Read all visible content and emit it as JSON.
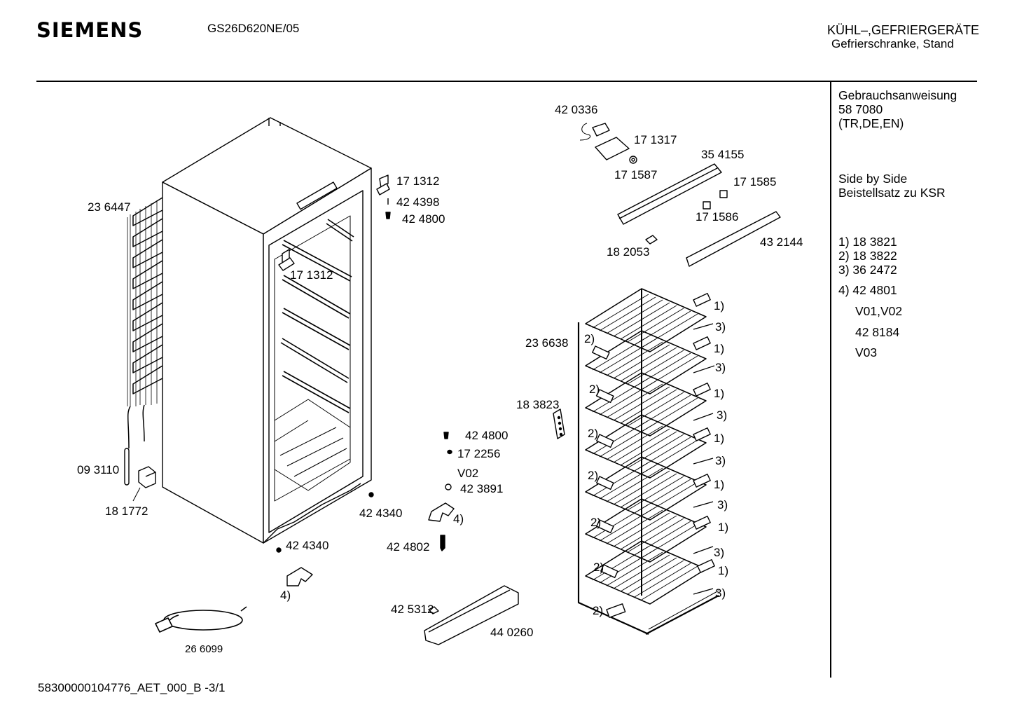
{
  "header": {
    "brand": "SIEMENS",
    "model": "GS26D620NE/05",
    "category": "KÜHL–,GEFRIERGERÄTE",
    "subcategory": "Gefrierschranke, Stand"
  },
  "side_panel": {
    "manual_title": "Gebrauchsanweisung",
    "manual_number": "58 7080",
    "manual_langs": "(TR,DE,EN)",
    "kit_line1": "Side by Side",
    "kit_line2": "Beistellsatz zu KSR",
    "notes": [
      "1) 18 3821",
      "2) 18 3822",
      "3) 36 2472",
      "4) 42 4801"
    ],
    "variant1": "V01,V02",
    "variant1_part": "42 8184",
    "variant2": "V03"
  },
  "labels": {
    "l236447": "23 6447",
    "l171312a": "17 1312",
    "l424398": "42 4398",
    "l424800a": "42 4800",
    "l171312b": "17 1312",
    "l093110": "09 3110",
    "l181772": "18 1772",
    "l424340a": "42 4340",
    "l424340b": "42 4340",
    "l4a": "4)",
    "l266099": "26 6099",
    "l420336": "42 0336",
    "l171317": "17 1317",
    "l171587": "17 1587",
    "l354155": "35 4155",
    "l171585": "17 1585",
    "l171586": "17 1586",
    "l182053": "18 2053",
    "l432144": "43 2144",
    "l236638": "23 6638",
    "l183823": "18 3823",
    "l424800b": "42 4800",
    "l172256": "17 2256",
    "lV02": "V02",
    "l423891": "42 3891",
    "l4b": "4)",
    "l424802": "42 4802",
    "l425312": "42 5312",
    "l440260": "44 0260"
  },
  "callouts": {
    "c1": "1)",
    "c2": "2)",
    "c3": "3)"
  },
  "footer": {
    "doc_id": "58300000104776_AET_000_B -3/1"
  }
}
